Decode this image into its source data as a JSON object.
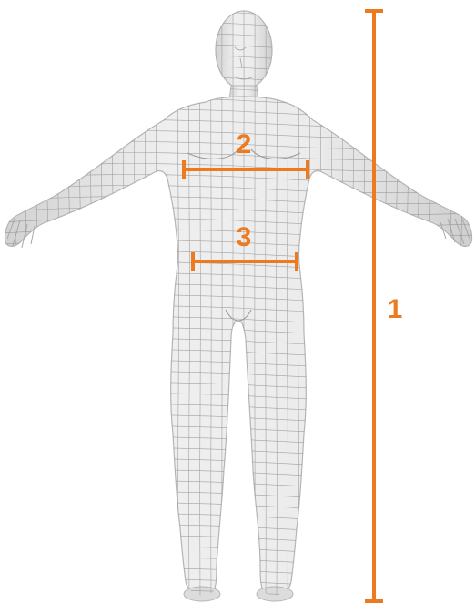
{
  "diagram": {
    "accent_color": "#ee7a1f",
    "figure_color": "#e4e4e4",
    "figure_outline": "#b5b5b5",
    "mesh_color": "#8f8f8f",
    "figure": "mannequin-wireframe-figure",
    "measurements": [
      {
        "id": "height",
        "label": "1"
      },
      {
        "id": "chest",
        "label": "2"
      },
      {
        "id": "waist",
        "label": "3"
      }
    ]
  }
}
